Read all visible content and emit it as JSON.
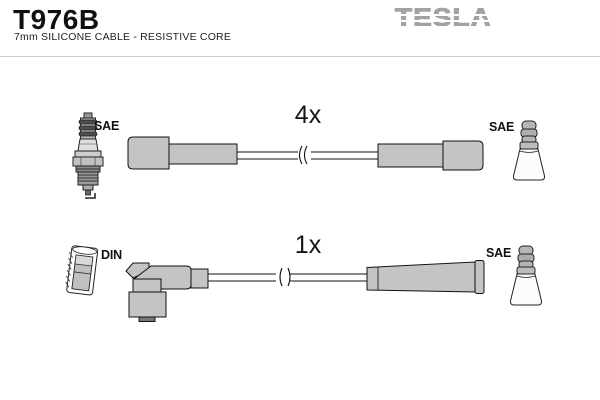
{
  "page": {
    "part_number": "T976B",
    "subtitle": "7mm SILICONE CABLE - RESISTIVE CORE",
    "brand_logo": "TESLA"
  },
  "diagram": {
    "rows": [
      {
        "quantity": "4x",
        "left_end": {
          "label": "SAE",
          "connector_icon": "spark-plug-icon"
        },
        "right_end": {
          "label": "SAE",
          "connector_icon": "sae-terminal-icon"
        }
      },
      {
        "quantity": "1x",
        "left_end": {
          "label": "DIN",
          "connector_icon": "din-socket-icon"
        },
        "right_end": {
          "label": "SAE",
          "connector_icon": "sae-terminal-icon"
        }
      }
    ]
  },
  "colors": {
    "outline": "#111111",
    "boot_gray": "#c4c4c4",
    "logo_gray": "#a2a2a2",
    "divider_gray": "#cccccc"
  }
}
